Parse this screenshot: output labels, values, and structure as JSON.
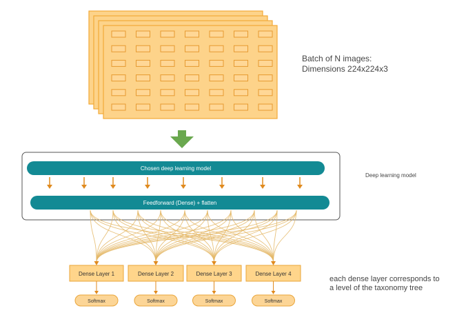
{
  "input": {
    "caption_line1": "Batch of N images:",
    "caption_line2": "Dimensions 224x224x3",
    "stack_count": 4,
    "grid_rows": 6,
    "grid_cols": 7
  },
  "model": {
    "caption": "Deep learning model",
    "top_layer_label": "Chosen deep learning model",
    "bottom_layer_label": "Feedforward (Dense) + flatten",
    "connector_count": 8
  },
  "dense_layers": [
    "Dense Layer 1",
    "Dense Layer 2",
    "Dense Layer 3",
    "Dense Layer 4"
  ],
  "softmax_label": "Softmax",
  "output_caption": {
    "line1": "each dense layer corresponds to",
    "line2": "a level of the taxonomy tree"
  },
  "colors": {
    "card_fill": "#fdd38a",
    "card_border": "#f2a938",
    "cell_fill": "#ffd796",
    "cell_border": "#e69a30",
    "down_arrow": "#6aa84f",
    "pill_fill": "#138a94",
    "small_arrow": "#e08a1e",
    "connector": "#e4b766",
    "box_fill": "#ffd58b",
    "box_border": "#e9a53a",
    "softmax_fill": "#fcd596",
    "model_border": "#555555"
  }
}
